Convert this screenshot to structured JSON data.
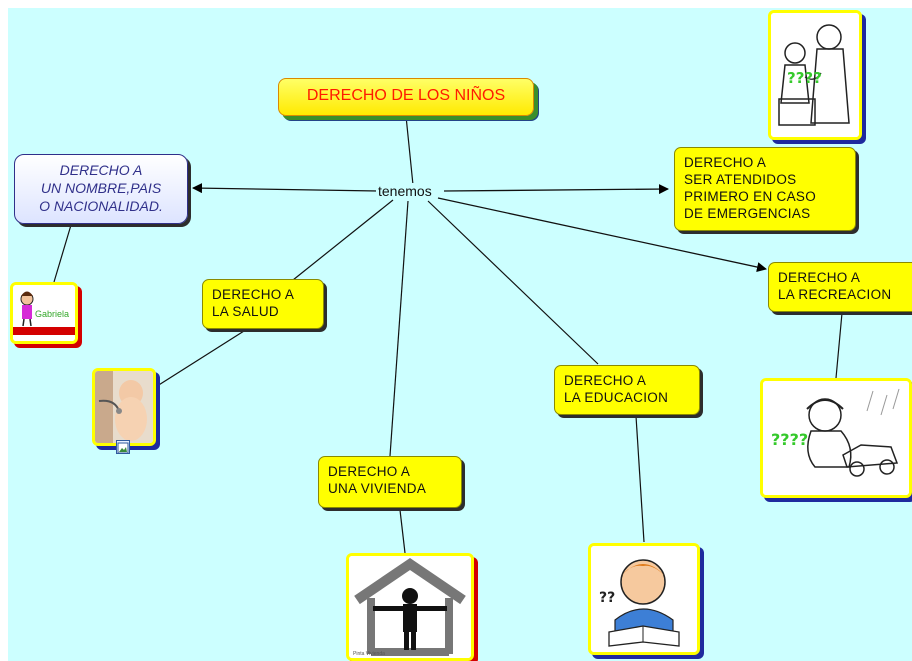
{
  "map": {
    "background": "#ccffff",
    "node_color": "#ffff00",
    "title": "DERECHO DE LOS NIÑOS",
    "linking_phrase": "tenemos",
    "nombre": "DERECHO A\nUN NOMBRE,PAIS\nO NACIONALIDAD.",
    "atendidos": "DERECHO A\nSER ATENDIDOS\nPRIMERO EN CASO\nDE EMERGENCIAS",
    "salud": "DERECHO A\nLA SALUD",
    "recreacion": "DERECHO A\nLA RECREACION",
    "educacion": "DERECHO A\nLA EDUCACION",
    "vivienda": "DERECHO A\nUNA VIVIENDA"
  },
  "images": {
    "doctor_caption": "????",
    "flag_caption": "Gabriela",
    "boy_caption": "????",
    "student_caption": "??",
    "house_caption": "Pinta Vivienda"
  },
  "icons": {
    "attachment": "image-attachment-icon"
  }
}
